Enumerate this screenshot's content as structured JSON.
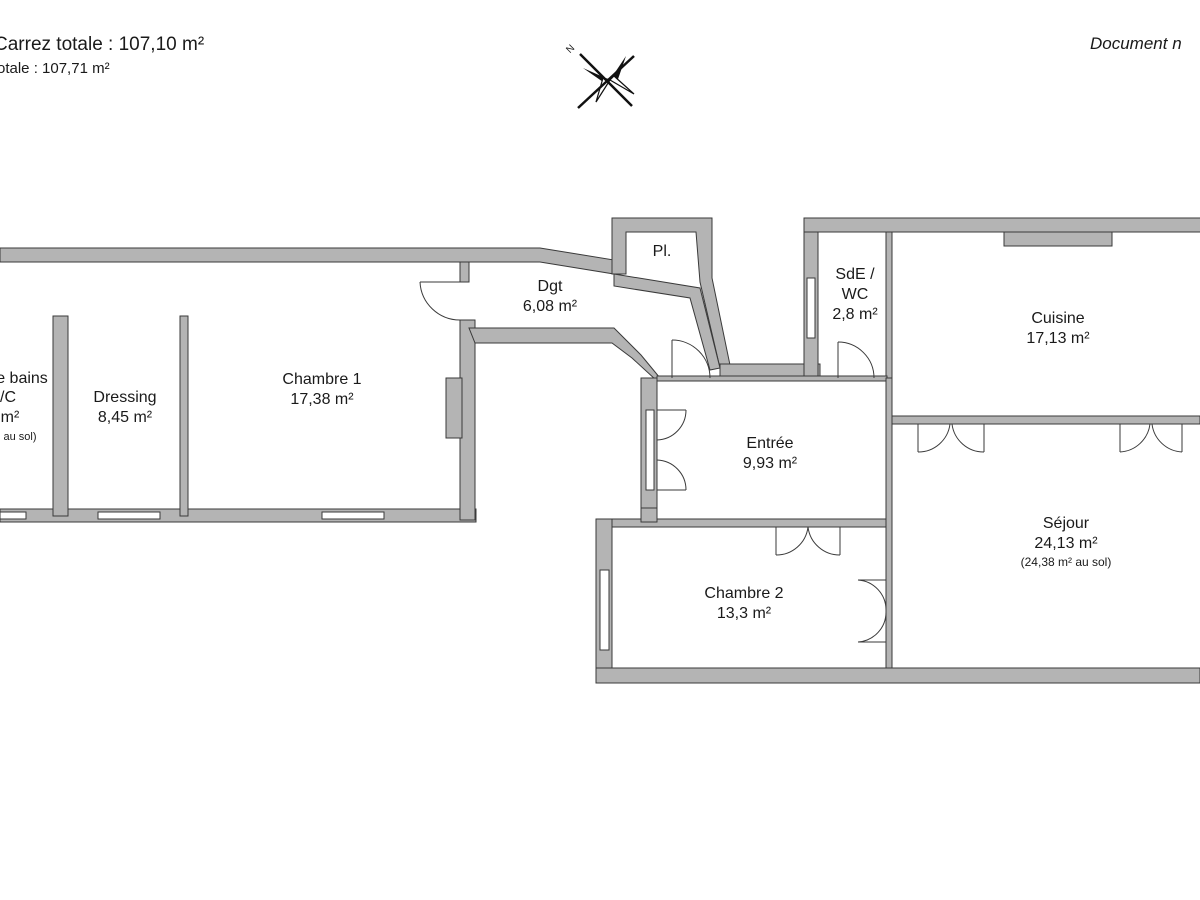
{
  "header": {
    "carrez_line": "Carrez totale :  107,10 m²",
    "totale_line": "otale :  107,71 m²",
    "document_note": "Document n"
  },
  "compass": {
    "north_letter": "N"
  },
  "rooms": {
    "bains": {
      "line1": "e bains",
      "line2": "/C",
      "line3": "m²",
      "line4": "au sol)"
    },
    "dressing": {
      "name": "Dressing",
      "area": "8,45 m²"
    },
    "chambre1": {
      "name": "Chambre 1",
      "area": "17,38 m²"
    },
    "dgt": {
      "name": "Dgt",
      "area": "6,08 m²"
    },
    "placard": {
      "name": "Pl."
    },
    "sde": {
      "name1": "SdE /",
      "name2": "WC",
      "area": "2,8 m²"
    },
    "cuisine": {
      "name": "Cuisine",
      "area": "17,13 m²"
    },
    "entree": {
      "name": "Entrée",
      "area": "9,93 m²"
    },
    "sejour": {
      "name": "Séjour",
      "area": "24,13 m²",
      "sol": "(24,38 m² au sol)"
    },
    "chambre2": {
      "name": "Chambre 2",
      "area": "13,3 m²"
    }
  },
  "colors": {
    "wall": "#b4b4b4",
    "wall_edge": "#3a3a3a",
    "background": "#ffffff"
  }
}
